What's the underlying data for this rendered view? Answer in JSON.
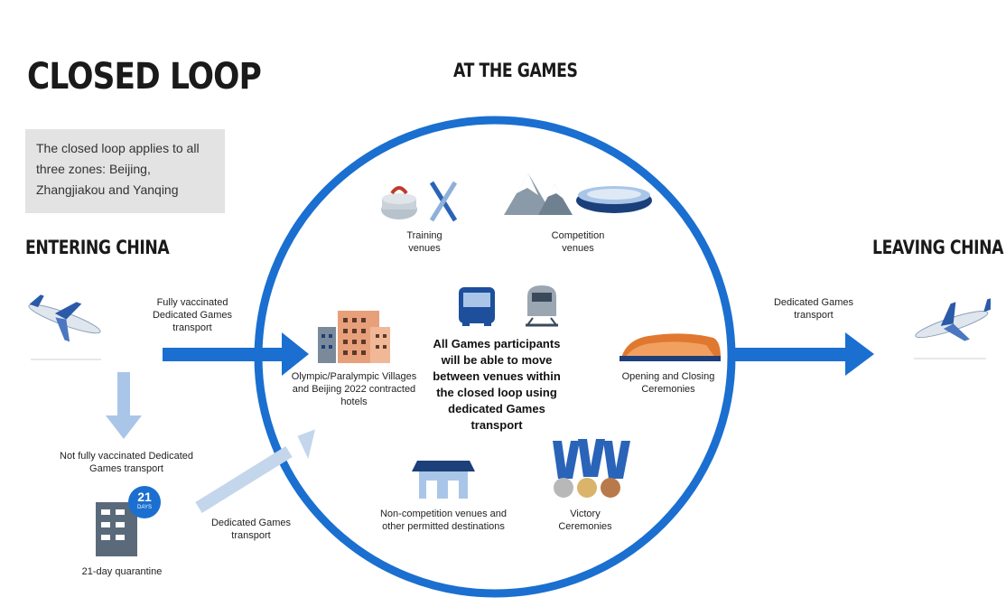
{
  "title": "CLOSED LOOP",
  "note": "The closed loop applies to all three zones: Beijing, Zhangjiakou and Yanqing",
  "headings": {
    "entering": "ENTERING CHINA",
    "at_games": "AT THE GAMES",
    "leaving": "LEAVING CHINA"
  },
  "labels": {
    "fully_vaccinated": "Fully vaccinated Dedicated Games transport",
    "not_fully_vaccinated": "Not fully vaccinated Dedicated Games transport",
    "quarantine": "21-day quarantine",
    "dedicated_transport_quarantine": "Dedicated Games transport",
    "dedicated_transport_leaving": "Dedicated Games transport",
    "training": "Training venues",
    "competition": "Competition venues",
    "villages": "Olympic/Paralympic Villages and Beijing 2022 contracted hotels",
    "ceremonies": "Opening and Closing Ceremonies",
    "non_competition": "Non-competition venues and other permitted destinations",
    "victory": "Victory Ceremonies",
    "center": "All Games participants will be able to move between venues within the closed loop using dedicated Games transport",
    "badge_number": "21",
    "badge_unit": "DAYS"
  },
  "colors": {
    "loop_blue": "#1a6fd0",
    "light_blue": "#a9c6e8",
    "note_bg": "#e3e3e3"
  }
}
